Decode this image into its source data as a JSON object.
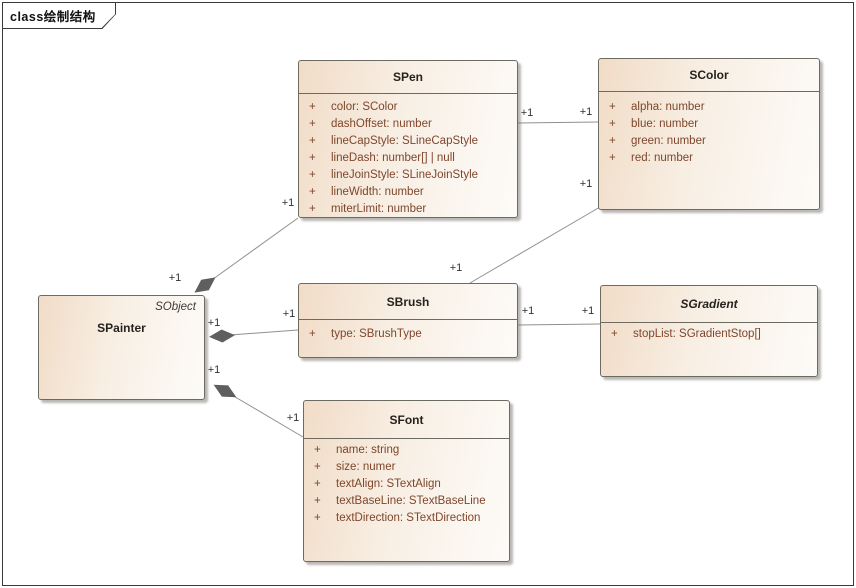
{
  "frame": {
    "label": "class绘制结构"
  },
  "palette": {
    "box_fill_left": "#f1dcc7",
    "box_fill_right": "#fdfbf8",
    "box_border": "#6b6b62",
    "title_text": "#26221e",
    "attribute_text": "#7f462c",
    "multiplicity_text": "#2e3138",
    "line": "#90908a",
    "diamond": "#5f5f5f",
    "frame_border": "#3a3a3a"
  },
  "classes": [
    {
      "id": "spen",
      "name": "SPen",
      "attributes": [
        {
          "vis": "+",
          "label": "color: SColor"
        },
        {
          "vis": "+",
          "label": "dashOffset: number"
        },
        {
          "vis": "+",
          "label": "lineCapStyle: SLineCapStyle"
        },
        {
          "vis": "+",
          "label": "lineDash: number[] | null"
        },
        {
          "vis": "+",
          "label": "lineJoinStyle: SLineJoinStyle"
        },
        {
          "vis": "+",
          "label": "lineWidth: number"
        },
        {
          "vis": "+",
          "label": "miterLimit: number"
        }
      ]
    },
    {
      "id": "scolor",
      "name": "SColor",
      "attributes": [
        {
          "vis": "+",
          "label": "alpha: number"
        },
        {
          "vis": "+",
          "label": "blue: number"
        },
        {
          "vis": "+",
          "label": "green: number"
        },
        {
          "vis": "+",
          "label": "red: number"
        }
      ]
    },
    {
      "id": "spainter",
      "name": "SPainter",
      "stereotype": "SObject",
      "attributes": []
    },
    {
      "id": "sbrush",
      "name": "SBrush",
      "attributes": [
        {
          "vis": "+",
          "label": "type: SBrushType"
        }
      ]
    },
    {
      "id": "sgradient",
      "name": "SGradient",
      "italic": true,
      "attributes": [
        {
          "vis": "+",
          "label": "stopList: SGradientStop[]"
        }
      ]
    },
    {
      "id": "sfont",
      "name": "SFont",
      "attributes": [
        {
          "vis": "+",
          "label": "name: string"
        },
        {
          "vis": "+",
          "label": "size: numer"
        },
        {
          "vis": "+",
          "label": "textAlign: STextAlign"
        },
        {
          "vis": "+",
          "label": "textBaseLine: STextBaseLine"
        },
        {
          "vis": "+",
          "label": "textDirection: STextDirection"
        }
      ]
    }
  ],
  "associations": [
    {
      "from": "SPainter",
      "to": "SPen",
      "kind": "composition",
      "from_label": "+1",
      "to_label": "+1"
    },
    {
      "from": "SPainter",
      "to": "SBrush",
      "kind": "composition",
      "from_label": "+1",
      "to_label": "+1"
    },
    {
      "from": "SPainter",
      "to": "SFont",
      "kind": "composition",
      "from_label": "+1",
      "to_label": "+1"
    },
    {
      "from": "SPen",
      "to": "SColor",
      "kind": "association",
      "from_label": "+1",
      "to_label": "+1"
    },
    {
      "from": "SBrush",
      "to": "SColor",
      "kind": "association",
      "from_label": "+1",
      "to_label": "+1"
    },
    {
      "from": "SBrush",
      "to": "SGradient",
      "kind": "association",
      "from_label": "+1",
      "to_label": "+1"
    }
  ]
}
